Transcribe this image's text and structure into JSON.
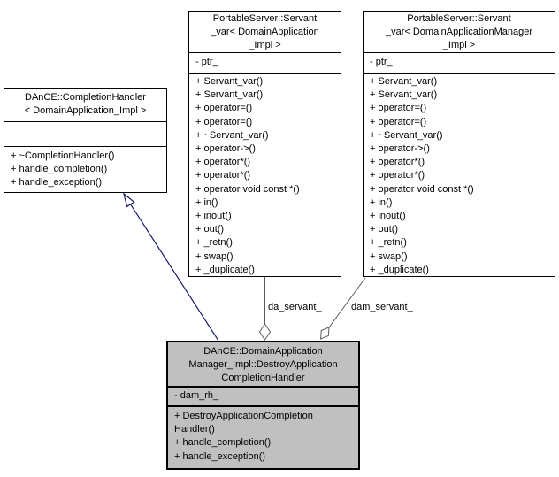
{
  "colors": {
    "background": "#ffffff",
    "node_fill": "#ffffff",
    "node_border": "#000000",
    "focus_fill": "#c0c0c0",
    "inheritance": "#191970",
    "aggregation": "#5a5a5a",
    "label_text": "#000000"
  },
  "nodes": {
    "base": {
      "title_lines": [
        "DAnCE::CompletionHandler",
        "< DomainApplication_Impl >"
      ],
      "attributes": [],
      "methods": [
        "+ ~CompletionHandler()",
        "+ handle_completion()",
        "+ handle_exception()"
      ]
    },
    "servant_da": {
      "title_lines": [
        "PortableServer::Servant",
        "_var< DomainApplication",
        "_Impl >"
      ],
      "attributes": [
        "- ptr_"
      ],
      "methods": [
        "+ Servant_var()",
        "+ Servant_var()",
        "+ operator=()",
        "+ operator=()",
        "+ ~Servant_var()",
        "+ operator->()",
        "+ operator*()",
        "+ operator*()",
        "+ operator void const *()",
        "+ in()",
        "+ inout()",
        "+ out()",
        "+ _retn()",
        "+ swap()",
        "+ _duplicate()"
      ]
    },
    "servant_dam": {
      "title_lines": [
        "PortableServer::Servant",
        "_var< DomainApplicationManager",
        "_Impl >"
      ],
      "attributes": [
        "- ptr_"
      ],
      "methods": [
        "+ Servant_var()",
        "+ Servant_var()",
        "+ operator=()",
        "+ operator=()",
        "+ ~Servant_var()",
        "+ operator->()",
        "+ operator*()",
        "+ operator*()",
        "+ operator void const *()",
        "+ in()",
        "+ inout()",
        "+ out()",
        "+ _retn()",
        "+ swap()",
        "+ _duplicate()"
      ]
    },
    "focus": {
      "title_lines": [
        "DAnCE::DomainApplication",
        "Manager_Impl::DestroyApplication",
        "CompletionHandler"
      ],
      "attributes": [
        "- dam_rh_"
      ],
      "methods": [
        "+ DestroyApplicationCompletion",
        "Handler()",
        "+ handle_completion()",
        "+ handle_exception()"
      ]
    }
  },
  "edges": {
    "inheritance": {
      "type": "generalization",
      "from": "focus",
      "to": "base"
    },
    "da": {
      "label": "da_servant_",
      "type": "aggregation",
      "from": "focus",
      "to": "servant_da"
    },
    "dam": {
      "label": "dam_servant_",
      "type": "aggregation",
      "from": "focus",
      "to": "servant_dam"
    }
  }
}
